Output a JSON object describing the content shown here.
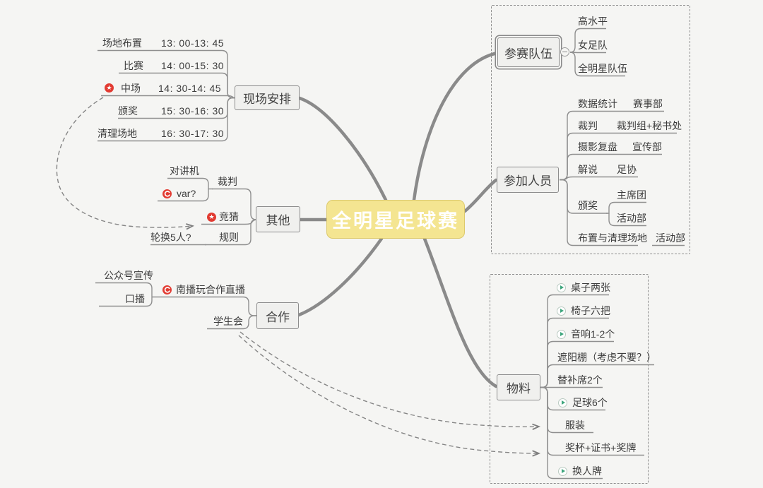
{
  "center": {
    "label": "全明星足球赛"
  },
  "scene": {
    "label": "现场安排",
    "items": [
      {
        "label": "场地布置",
        "time": "13: 00-13: 45"
      },
      {
        "label": "比赛",
        "time": "14: 00-15: 30"
      },
      {
        "label": "中场",
        "time": "14: 30-14: 45"
      },
      {
        "label": "颁奖",
        "time": "15: 30-16: 30"
      },
      {
        "label": "清理场地",
        "time": "16: 30-17: 30"
      }
    ]
  },
  "other": {
    "label": "其他",
    "referee": "裁判",
    "walkie_talkie": "对讲机",
    "var": "var?",
    "quiz": "竞猜",
    "rules": "规则",
    "rotation": "轮换5人?"
  },
  "coop": {
    "label": "合作",
    "livestream": "南播玩合作直播",
    "official_account": "公众号宣传",
    "oral_broadcast": "口播",
    "student_union": "学生会"
  },
  "teams": {
    "label": "参赛队伍",
    "items": [
      {
        "label": "高水平"
      },
      {
        "label": "女足队"
      },
      {
        "label": "全明星队伍"
      }
    ]
  },
  "staff": {
    "label": "参加人员",
    "rows": [
      {
        "label": "数据统计",
        "dept": "赛事部"
      },
      {
        "label": "裁判",
        "dept": "裁判组+秘书处"
      },
      {
        "label": "摄影复盘",
        "dept": "宣传部"
      },
      {
        "label": "解说",
        "dept": "足协"
      },
      {
        "label": "颁奖",
        "dept_a": "主席团",
        "dept_b": "活动部"
      },
      {
        "label": "布置与清理场地",
        "dept": "活动部"
      }
    ]
  },
  "materials": {
    "label": "物料",
    "items": [
      {
        "label": "桌子两张"
      },
      {
        "label": "椅子六把"
      },
      {
        "label": "音响1-2个"
      },
      {
        "label": "遮阳棚（考虑不要？）"
      },
      {
        "label": "替补席2个"
      },
      {
        "label": "足球6个"
      },
      {
        "label": "服装"
      },
      {
        "label": "奖杯+证书+奖牌"
      },
      {
        "label": "换人牌"
      }
    ]
  },
  "icons": {
    "star_marker": "star-icon",
    "progress_marker": "progress-icon",
    "play_marker": "play-icon",
    "collapse": "collapse-minus-icon"
  },
  "colors": {
    "background": "#f5f5f3",
    "center_fill": "#f4e591",
    "center_border": "#dcc96c",
    "node_fill": "#f0f0ee",
    "line_gray": "#8d8d8d",
    "marker_red": "#e23b32",
    "marker_green": "#3da57c"
  }
}
